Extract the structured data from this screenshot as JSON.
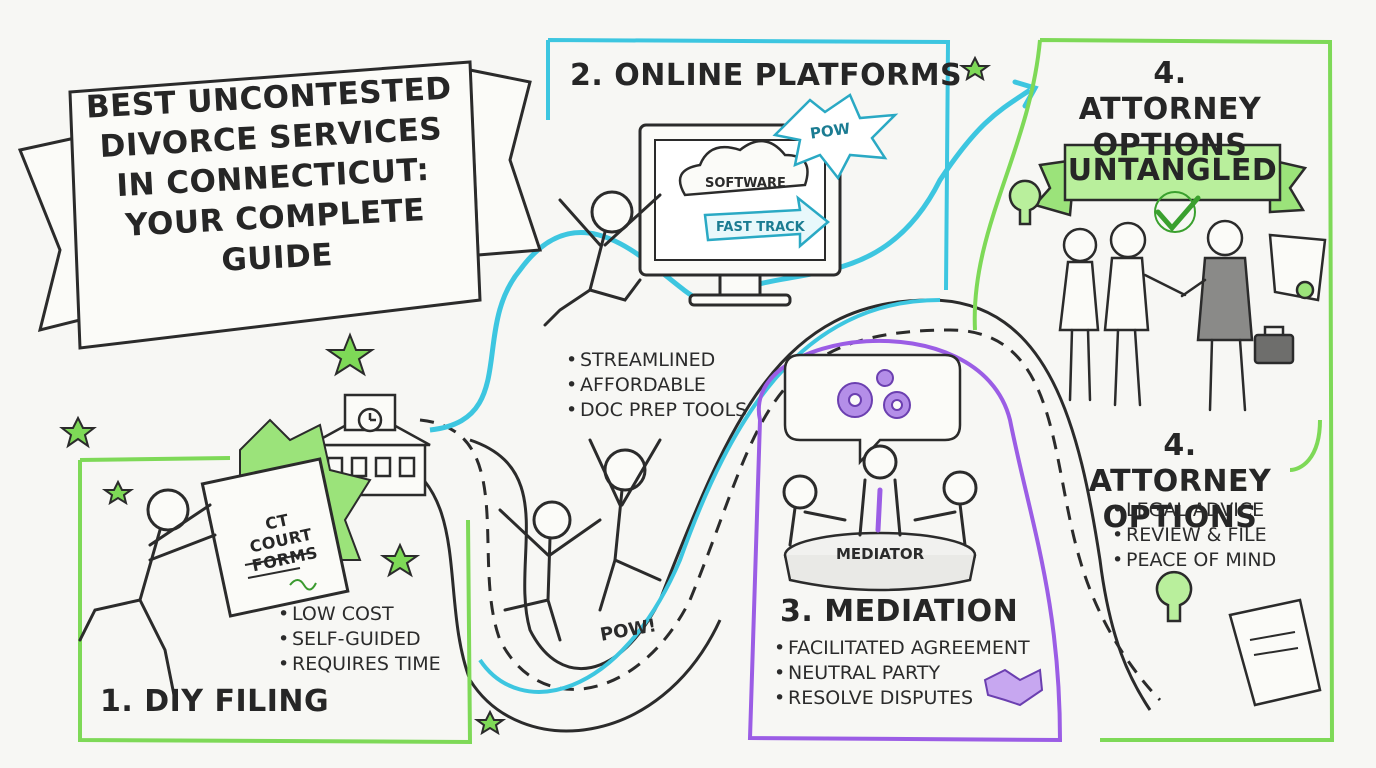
{
  "title": "BEST UNCONTESTED DIVORCE SERVICES IN CONNECTICUT: YOUR COMPLETE GUIDE",
  "colors": {
    "green": "#7ed957",
    "teal": "#3dc6e0",
    "purple": "#9b5de5",
    "ink": "#2b2b2b"
  },
  "sections": {
    "diy": {
      "heading": "1. DIY FILING",
      "form_label_1": "CT COURT",
      "form_label_2": "FORMS",
      "bullets": [
        "LOW COST",
        "SELF-GUIDED",
        "REQUIRES TIME"
      ]
    },
    "online": {
      "heading": "2. ONLINE PLATFORMS",
      "cloud_label": "SOFTWARE",
      "arrow_label": "FAST TRACK",
      "burst_label": "POW",
      "bullets": [
        "STREAMLINED",
        "AFFORDABLE",
        "DOC PREP TOOLS"
      ],
      "pow_label": "POW!"
    },
    "mediation": {
      "heading": "3. MEDIATION",
      "table_label": "MEDIATOR",
      "bullets": [
        "FACILITATED AGREEMENT",
        "NEUTRAL PARTY",
        "RESOLVE DISPUTES"
      ]
    },
    "attorney": {
      "heading_top_1": "4. ATTORNEY",
      "heading_top_2": "OPTIONS",
      "ribbon_label": "UNTANGLED",
      "heading_bottom_1": "4. ATTORNEY",
      "heading_bottom_2": "OPTIONS",
      "bullets": [
        "LEGAL ADVICE",
        "REVIEW & FILE",
        "PEACE OF MIND"
      ]
    }
  },
  "icons": [
    "star-icon",
    "clock-icon",
    "courthouse-icon",
    "cloud-icon",
    "monitor-icon",
    "gear-icon",
    "handshake-icon",
    "lightbulb-icon",
    "scroll-icon",
    "briefcase-icon",
    "checkmark-icon"
  ]
}
